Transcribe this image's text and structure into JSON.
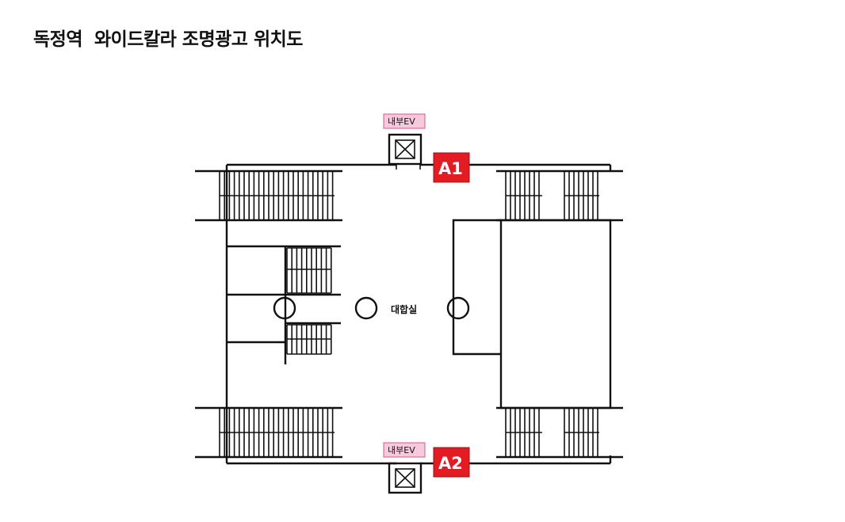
{
  "title": "독정역  와이드칼라 조명광고 위치도",
  "ev_labels": [
    "내부EV",
    "내부EV"
  ],
  "room_label": "대합실",
  "exits": [
    "A1",
    "A2"
  ],
  "colors": {
    "exit_badge": "#e31b23",
    "ev_label_bg": "#f7c9dc",
    "line": "#111111"
  },
  "icons": [
    "elevator-icon",
    "column-icon",
    "stairs-icon"
  ]
}
